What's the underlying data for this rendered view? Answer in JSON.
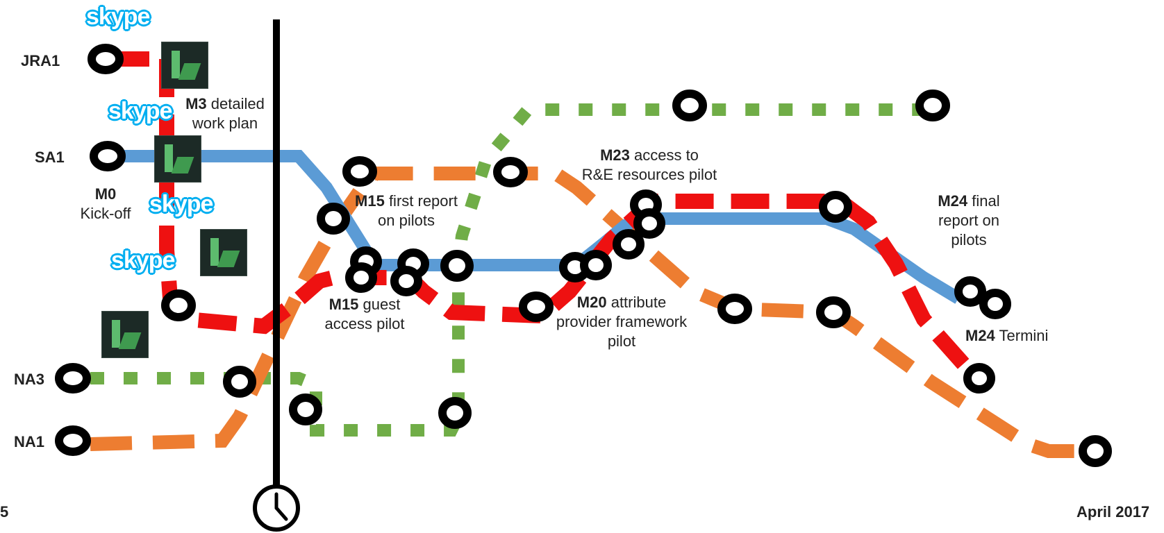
{
  "lines": {
    "JRA1": {
      "label": "JRA1",
      "color": "#ee1111",
      "style": "long-dash"
    },
    "SA1": {
      "label": "SA1",
      "color": "#5b9bd5",
      "style": "solid"
    },
    "NA3": {
      "label": "NA3",
      "color": "#70ad47",
      "style": "dotted"
    },
    "NA1": {
      "label": "NA1",
      "color": "#ed7d31",
      "style": "dash"
    }
  },
  "milestones": {
    "m0_code": "M0",
    "m0_text": "Kick-off",
    "m3_code": "M3",
    "m3_text": "detailed",
    "m3_text2": "work plan",
    "m15a_code": "M15",
    "m15a_text": "first report",
    "m15a_text2": "on pilots",
    "m15b_code": "M15",
    "m15b_text": "guest",
    "m15b_text2": "access pilot",
    "m20_code": "M20",
    "m20_text": "attribute",
    "m20_text2": "provider framework",
    "m20_text3": "pilot",
    "m23_code": "M23",
    "m23_text": "access to",
    "m23_text2": "R&E resources pilot",
    "m24a_code": "M24",
    "m24a_text": "final",
    "m24a_text2": "report on",
    "m24a_text3": "pilots",
    "m24b_code": "M24",
    "m24b_text": "Termini"
  },
  "timeline": {
    "start_label": "5",
    "end_label": "April 2017",
    "today_icon": "clock-icon"
  },
  "icons": {
    "skype_label": "skype",
    "meeting_icon": "lync-icon"
  },
  "colors": {
    "station_stroke": "#000000",
    "today_line": "#000000"
  }
}
